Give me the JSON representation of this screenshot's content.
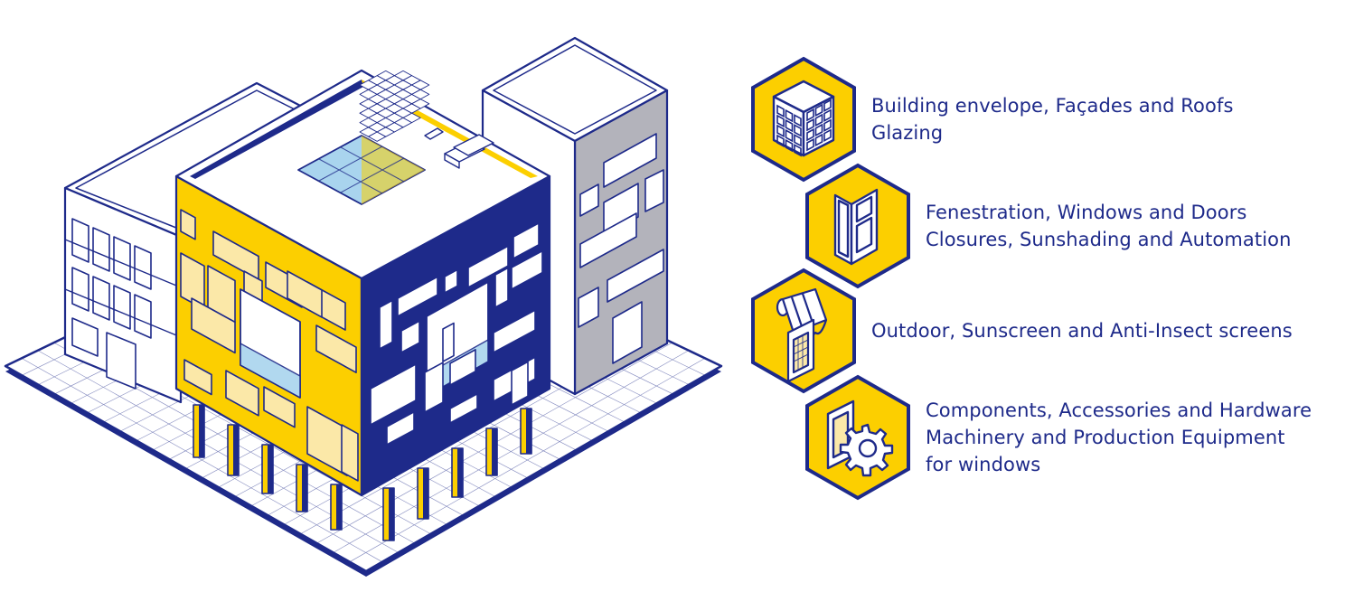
{
  "colors": {
    "navy": "#1e2a8a",
    "yellow": "#fccf00",
    "grey": "#b3b3bb",
    "cream": "#fbe8a8",
    "white": "#ffffff",
    "glass": "#a9d4ee"
  },
  "categories": [
    {
      "icon": "building-facade-icon",
      "lines": [
        "Building envelope, Façades and Roofs",
        "Glazing"
      ]
    },
    {
      "icon": "window-door-icon",
      "lines": [
        "Fenestration, Windows and Doors",
        "Closures, Sunshading and Automation"
      ]
    },
    {
      "icon": "awning-screen-icon",
      "lines": [
        "Outdoor, Sunscreen and Anti-Insect screens"
      ]
    },
    {
      "icon": "window-gear-icon",
      "lines": [
        "Components, Accessories and Hardware",
        "Machinery and Production Equipment",
        "for windows"
      ]
    }
  ]
}
